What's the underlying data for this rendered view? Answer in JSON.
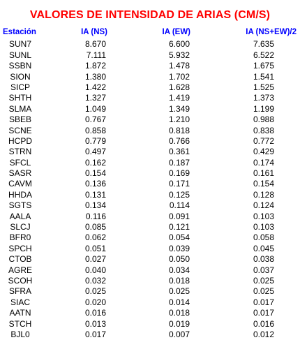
{
  "title": "VALORES DE INTENSIDAD DE ARIAS (CM/S)",
  "columns": {
    "station": "Estación",
    "ns": "IA (NS)",
    "ew": "IA (EW)",
    "avg": "IA (NS+EW)/2"
  },
  "rows": [
    {
      "station": "SUN7",
      "ns": "8.670",
      "ew": "6.600",
      "avg": "7.635"
    },
    {
      "station": "SUNL",
      "ns": "7.111",
      "ew": "5.932",
      "avg": "6.522"
    },
    {
      "station": "SSBN",
      "ns": "1.872",
      "ew": "1.478",
      "avg": "1.675"
    },
    {
      "station": "SION",
      "ns": "1.380",
      "ew": "1.702",
      "avg": "1.541"
    },
    {
      "station": "SICP",
      "ns": "1.422",
      "ew": "1.628",
      "avg": "1.525"
    },
    {
      "station": "SHTH",
      "ns": "1.327",
      "ew": "1.419",
      "avg": "1.373"
    },
    {
      "station": "SLMA",
      "ns": "1.049",
      "ew": "1.349",
      "avg": "1.199"
    },
    {
      "station": "SBEB",
      "ns": "0.767",
      "ew": "1.210",
      "avg": "0.988"
    },
    {
      "station": "SCNE",
      "ns": "0.858",
      "ew": "0.818",
      "avg": "0.838"
    },
    {
      "station": "HCPD",
      "ns": "0.779",
      "ew": "0.766",
      "avg": "0.772"
    },
    {
      "station": "STRN",
      "ns": "0.497",
      "ew": "0.361",
      "avg": "0.429"
    },
    {
      "station": "SFCL",
      "ns": "0.162",
      "ew": "0.187",
      "avg": "0.174"
    },
    {
      "station": "SASR",
      "ns": "0.154",
      "ew": "0.169",
      "avg": "0.161"
    },
    {
      "station": "CAVM",
      "ns": "0.136",
      "ew": "0.171",
      "avg": "0.154"
    },
    {
      "station": "HHDA",
      "ns": "0.131",
      "ew": "0.125",
      "avg": "0.128"
    },
    {
      "station": "SGTS",
      "ns": "0.134",
      "ew": "0.114",
      "avg": "0.124"
    },
    {
      "station": "AALA",
      "ns": "0.116",
      "ew": "0.091",
      "avg": "0.103"
    },
    {
      "station": "SLCJ",
      "ns": "0.085",
      "ew": "0.121",
      "avg": "0.103"
    },
    {
      "station": "BFR0",
      "ns": "0.062",
      "ew": "0.054",
      "avg": "0.058"
    },
    {
      "station": "SPCH",
      "ns": "0.051",
      "ew": "0.039",
      "avg": "0.045"
    },
    {
      "station": "CTOB",
      "ns": "0.027",
      "ew": "0.050",
      "avg": "0.038"
    },
    {
      "station": "AGRE",
      "ns": "0.040",
      "ew": "0.034",
      "avg": "0.037"
    },
    {
      "station": "SCOH",
      "ns": "0.032",
      "ew": "0.018",
      "avg": "0.025"
    },
    {
      "station": "SFRA",
      "ns": "0.025",
      "ew": "0.025",
      "avg": "0.025"
    },
    {
      "station": "SIAC",
      "ns": "0.020",
      "ew": "0.014",
      "avg": "0.017"
    },
    {
      "station": "AATN",
      "ns": "0.016",
      "ew": "0.018",
      "avg": "0.017"
    },
    {
      "station": "STCH",
      "ns": "0.013",
      "ew": "0.019",
      "avg": "0.016"
    },
    {
      "station": "BJL0",
      "ns": "0.017",
      "ew": "0.007",
      "avg": "0.012"
    }
  ]
}
